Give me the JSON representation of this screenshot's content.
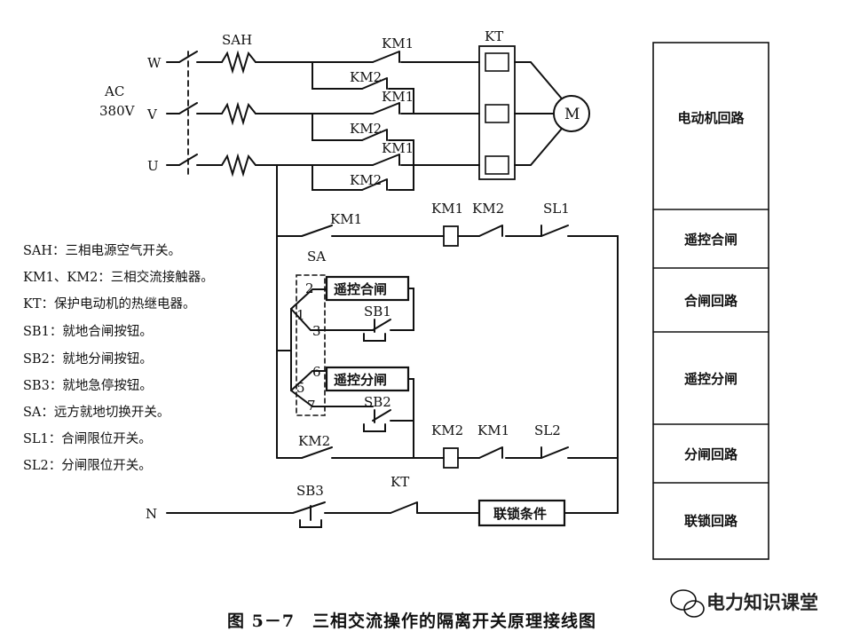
{
  "sources": {
    "w": "W",
    "v": "V",
    "u": "U",
    "ac": "AC",
    "voltage": "380V",
    "neutral": "N"
  },
  "devices": {
    "sah": "SAH",
    "km1": "KM1",
    "km2": "KM2",
    "kt": "KT",
    "motor": "M",
    "sa": "SA",
    "sb1": "SB1",
    "sb2": "SB2",
    "sb3": "SB3",
    "sl1": "SL1",
    "sl2": "SL2",
    "remote_close": "遥控合闸",
    "remote_open": "遥控分闸",
    "interlock": "联锁条件",
    "sa_contacts": [
      "1",
      "2",
      "3",
      "5",
      "6",
      "7"
    ]
  },
  "legend": [
    "SAH：三相电源空气开关。",
    "KM1、KM2：三相交流接触器。",
    "KT：保护电动机的热继电器。",
    "SB1：就地合闸按钮。",
    "SB2：就地分闸按钮。",
    "SB3：就地急停按钮。",
    "SA：远方就地切换开关。",
    "SL1：合闸限位开关。",
    "SL2：分闸限位开关。"
  ],
  "blocks": [
    "电动机回路",
    "遥控合闸",
    "合闸回路",
    "遥控分闸",
    "分闸回路",
    "联锁回路"
  ],
  "caption": "图 5－7　三相交流操作的隔离开关原理接线图",
  "watermark": "电力知识课堂"
}
